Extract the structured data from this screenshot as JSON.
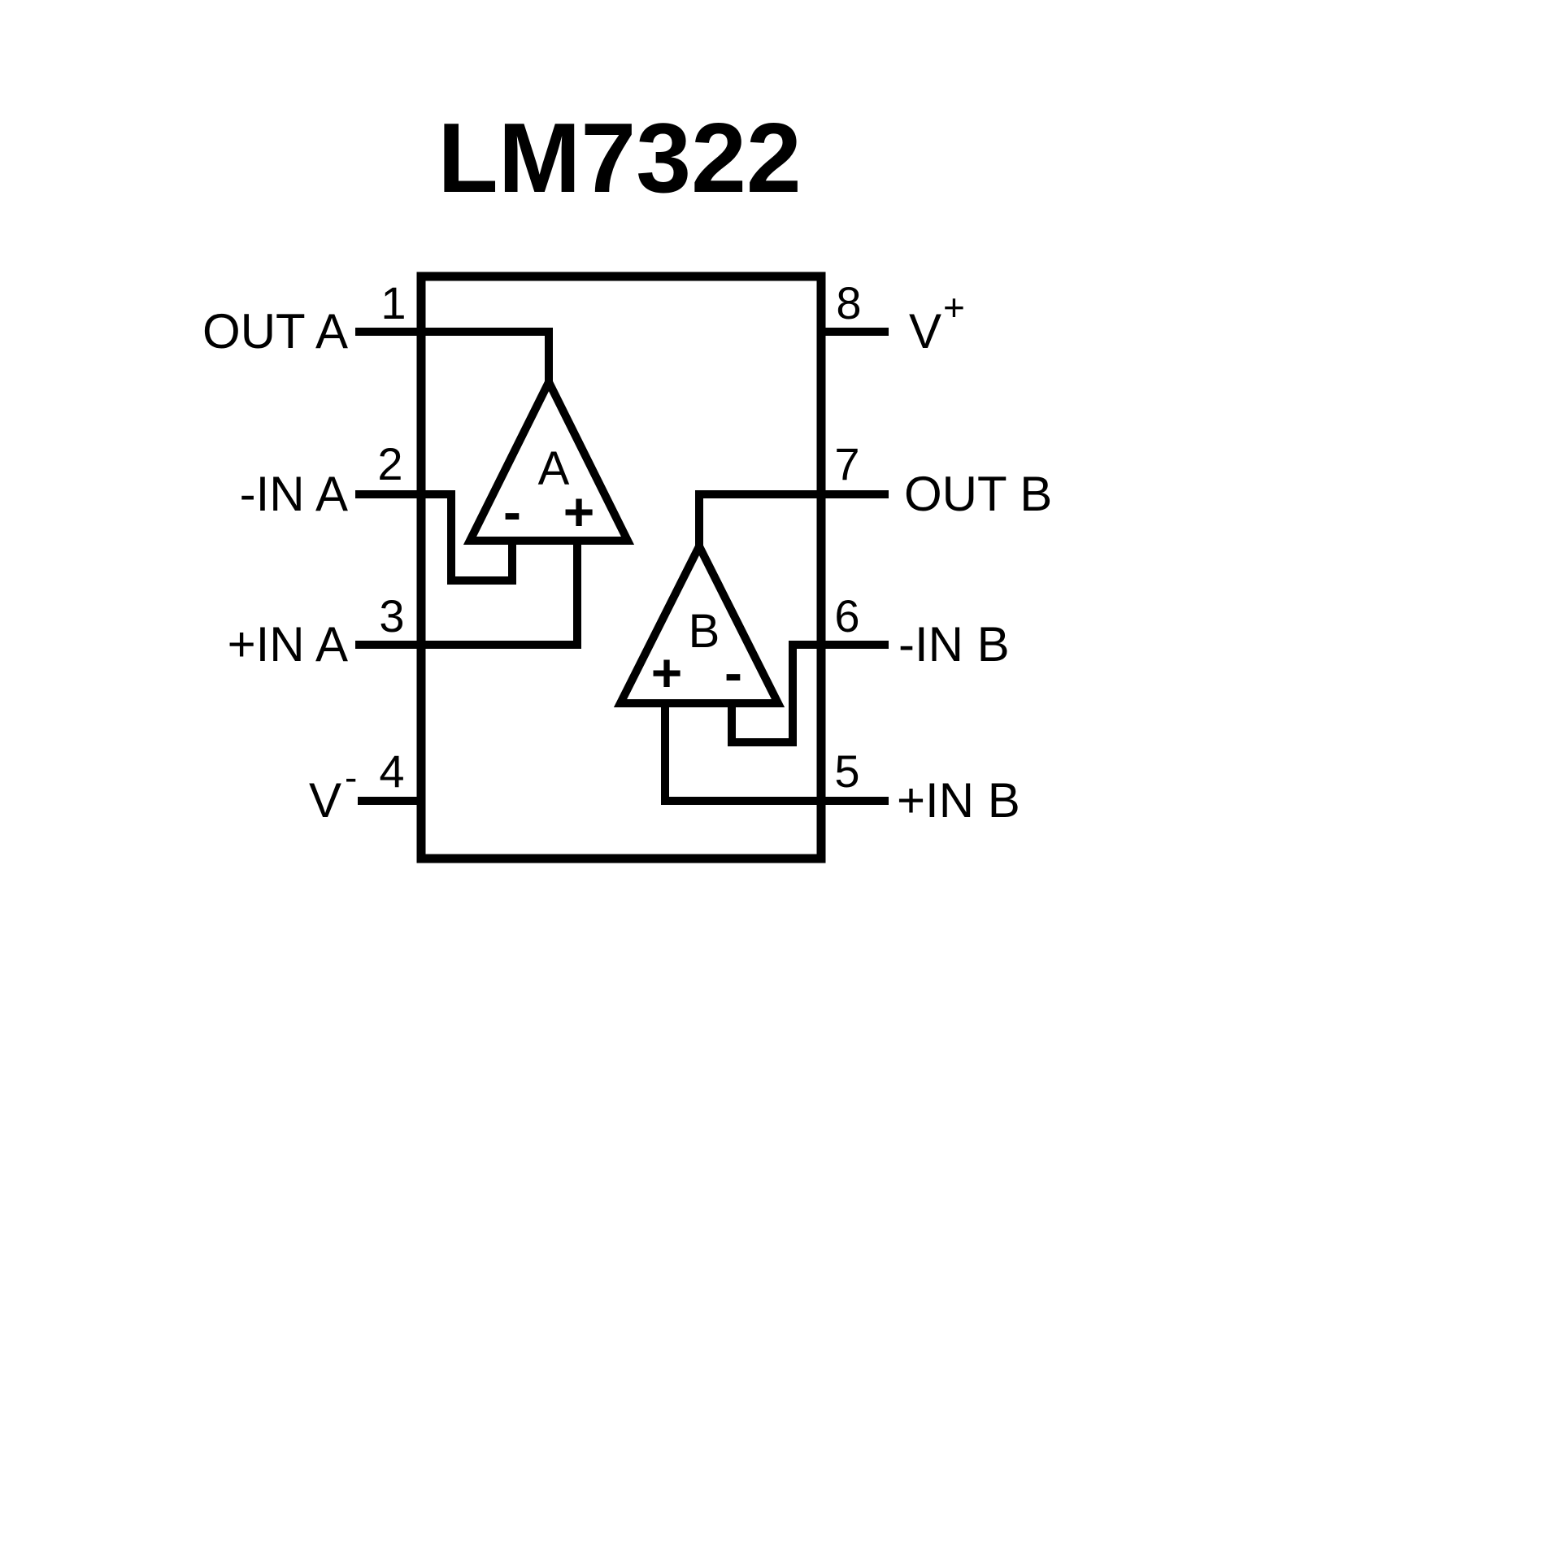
{
  "title": "LM7322",
  "diagram": {
    "type": "ic-pinout",
    "line_color": "#000000",
    "background_color": "#ffffff"
  },
  "pins": {
    "left": [
      {
        "number": "1",
        "label": "OUT A",
        "sup": ""
      },
      {
        "number": "2",
        "label": "-IN A",
        "sup": ""
      },
      {
        "number": "3",
        "label": "+IN A",
        "sup": ""
      },
      {
        "number": "4",
        "label": "V",
        "sup": "-"
      }
    ],
    "right": [
      {
        "number": "8",
        "label": "V",
        "sup": "+"
      },
      {
        "number": "7",
        "label": "OUT B",
        "sup": ""
      },
      {
        "number": "6",
        "label": "-IN B",
        "sup": ""
      },
      {
        "number": "5",
        "label": "+IN B",
        "sup": ""
      }
    ]
  },
  "opamps": {
    "a": {
      "name": "A",
      "inverting_sign": "-",
      "noninverting_sign": "+"
    },
    "b": {
      "name": "B",
      "inverting_sign": "-",
      "noninverting_sign": "+"
    }
  }
}
